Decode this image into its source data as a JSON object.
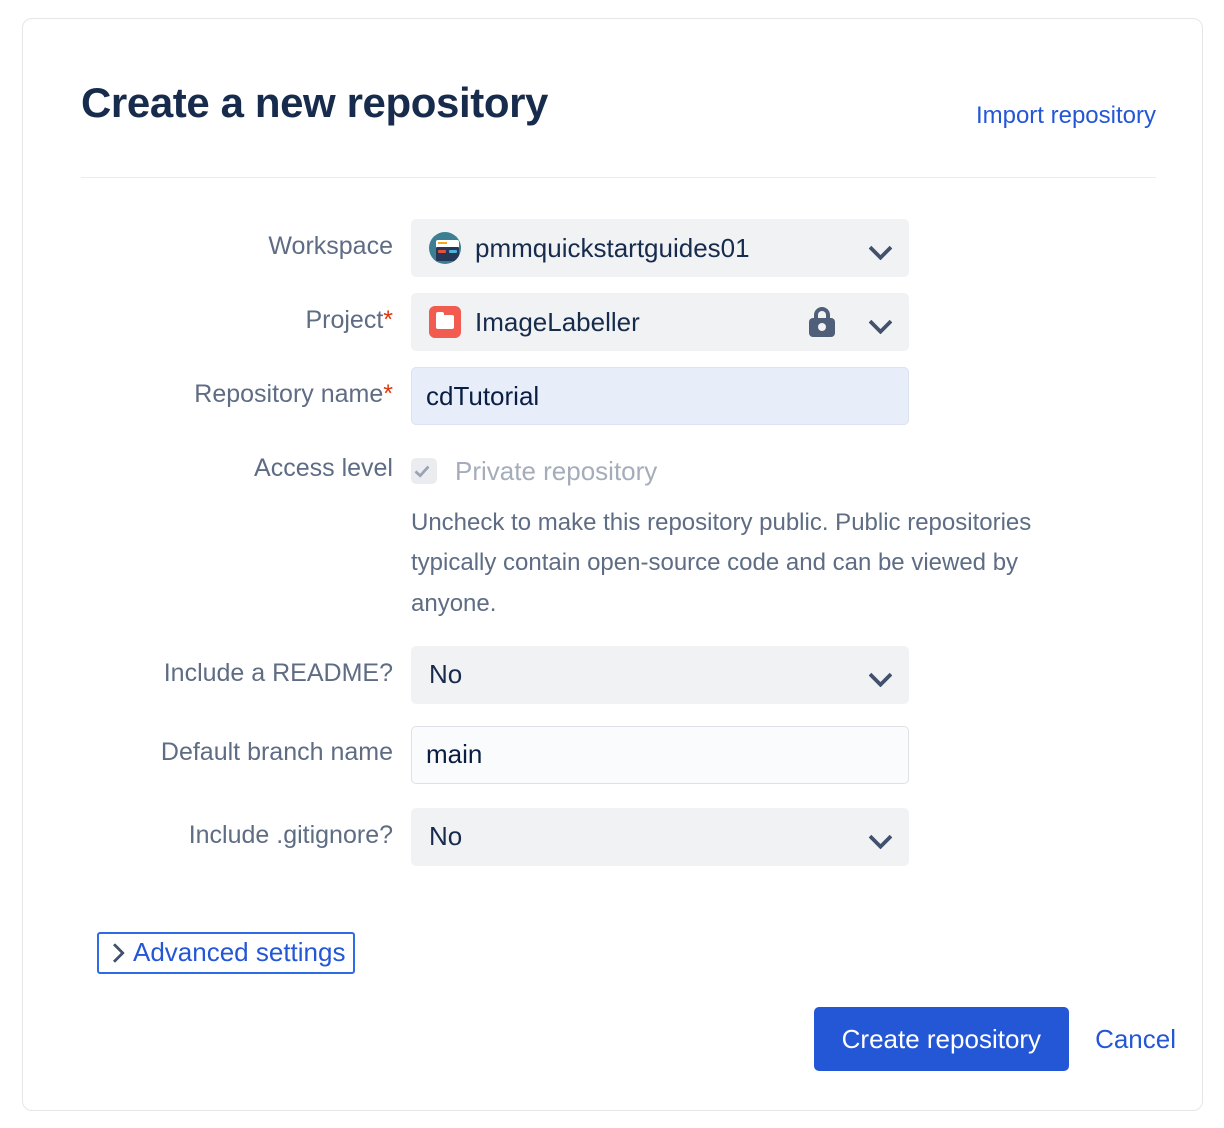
{
  "header": {
    "title": "Create a new repository",
    "import_link": "Import repository"
  },
  "form": {
    "workspace": {
      "label": "Workspace",
      "value": "pmmquickstartguides01",
      "avatar_icon": "workspace-avatar-icon",
      "chevron_icon": "chevron-down-icon"
    },
    "project": {
      "label": "Project",
      "required_marker": "*",
      "value": "ImageLabeller",
      "project_icon": "project-folder-icon",
      "lock_icon": "lock-icon",
      "chevron_icon": "chevron-down-icon"
    },
    "repository_name": {
      "label": "Repository name",
      "required_marker": "*",
      "value": "cdTutorial",
      "placeholder": ""
    },
    "access_level": {
      "label": "Access level",
      "checkbox_label": "Private repository",
      "checked": true,
      "checkbox_icon": "checkmark-icon",
      "help_text": "Uncheck to make this repository public. Public repositories typically contain open-source code and can be viewed by anyone."
    },
    "include_readme": {
      "label": "Include a README?",
      "value": "No",
      "chevron_icon": "chevron-down-icon"
    },
    "default_branch_name": {
      "label": "Default branch name",
      "value": "main",
      "placeholder": ""
    },
    "include_gitignore": {
      "label": "Include .gitignore?",
      "value": "No",
      "chevron_icon": "chevron-down-icon"
    },
    "advanced_settings": {
      "label": "Advanced settings",
      "chevron_icon": "chevron-right-icon",
      "expanded": false
    }
  },
  "footer": {
    "create_label": "Create repository",
    "cancel_label": "Cancel"
  },
  "colors": {
    "accent_blue": "#2457D6",
    "title_navy": "#172B4D",
    "label_gray": "#5E6C84",
    "required_red": "#DE350B",
    "project_icon_red": "#F15B50",
    "workspace_avatar_teal": "#3D7E93",
    "field_bg": "#F1F2F4",
    "focused_field_bg": "#E8EDFA",
    "disabled_text": "#A5ADBA"
  }
}
